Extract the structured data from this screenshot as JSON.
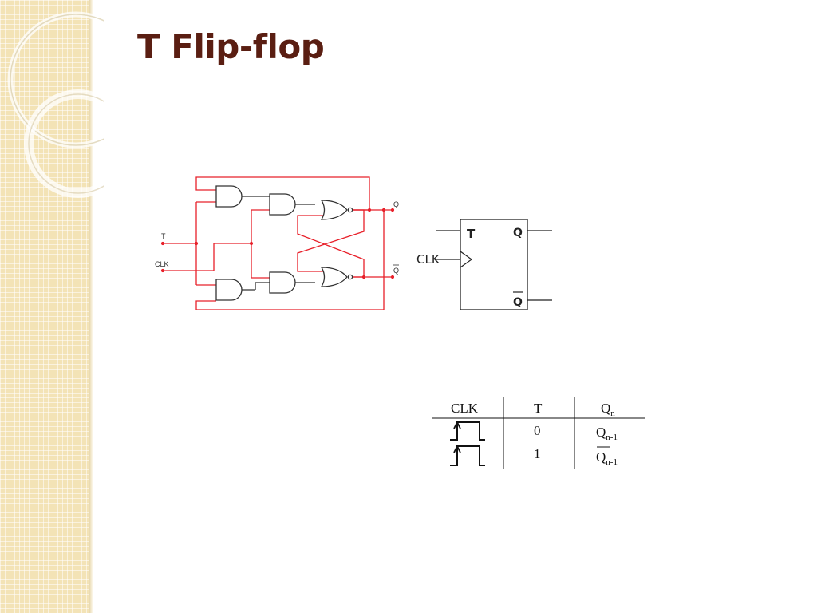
{
  "slide": {
    "title": "T Flip-flop"
  },
  "circuit": {
    "input_t": "T",
    "input_clk": "CLK",
    "output_q": "Q",
    "output_qbar": "Q",
    "wire_color": "#e8202a",
    "gate_color": "#333333"
  },
  "block": {
    "pin_t": "T",
    "pin_clk": "CLK",
    "pin_q": "Q",
    "pin_qbar": "Q"
  },
  "truth_table": {
    "headers": {
      "clk": "CLK",
      "t": "T",
      "q_main": "Q",
      "q_sub": "n"
    },
    "rows": [
      {
        "clk": "rising-edge-pulse",
        "t": "0",
        "q_main": "Q",
        "q_sub": "n-1",
        "q_overline": false
      },
      {
        "clk": "rising-edge-pulse",
        "t": "1",
        "q_main": "Q",
        "q_sub": "n-1",
        "q_overline": true
      }
    ]
  },
  "theme": {
    "title_color": "#5a1e12",
    "sidebar_color": "#f3e3b6"
  }
}
